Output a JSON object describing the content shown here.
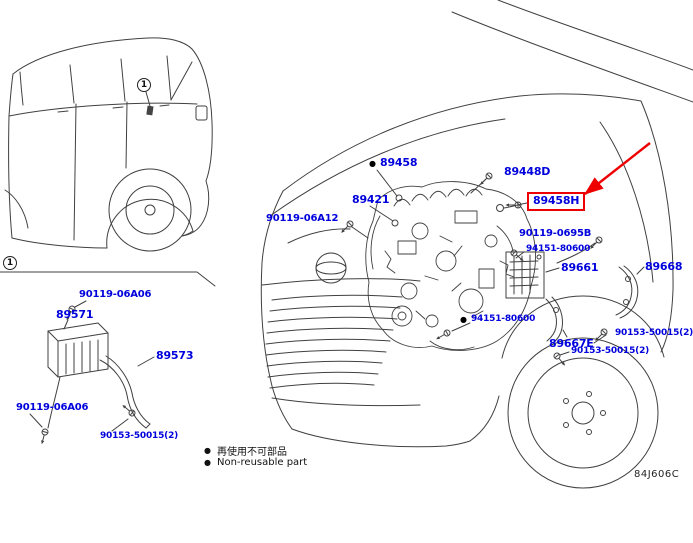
{
  "diagram_code": "84J606C",
  "colors": {
    "part_link": "#0000dd",
    "highlight": "#ee0000",
    "line_art": "#404040"
  },
  "legend": {
    "bullet": "●",
    "non_reusable_jp": "再使用不可部品",
    "non_reusable_en": "Non-reusable part"
  },
  "callouts": {
    "vehicle_location": "1",
    "detail_section": "1"
  },
  "highlight": {
    "part": "89458H",
    "arrow": true
  },
  "parts": [
    {
      "id": "89458",
      "non_reusable": true
    },
    {
      "id": "89421"
    },
    {
      "id": "89448D"
    },
    {
      "id": "89458H",
      "highlighted": true
    },
    {
      "id": "90119-06A12"
    },
    {
      "id": "90119-0695B"
    },
    {
      "id": "94151-80600"
    },
    {
      "id": "89661"
    },
    {
      "id": "89668"
    },
    {
      "id": "94151-80600",
      "non_reusable": true
    },
    {
      "id": "89667E"
    },
    {
      "id": "90153-50015(2)"
    },
    {
      "id": "90153-50015(2)"
    },
    {
      "id": "90119-06A06"
    },
    {
      "id": "89571"
    },
    {
      "id": "89573"
    },
    {
      "id": "90119-06A06"
    },
    {
      "id": "90153-50015(2)"
    }
  ]
}
